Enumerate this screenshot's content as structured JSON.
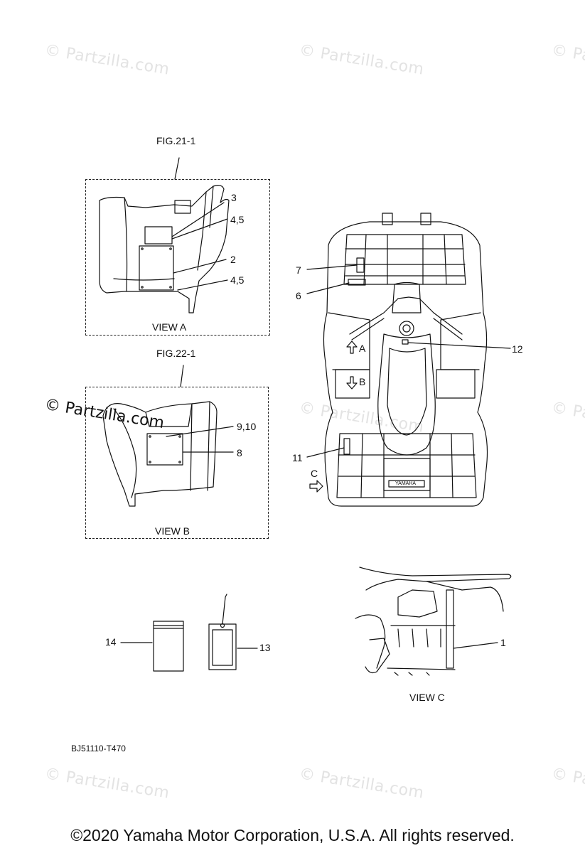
{
  "watermark": "© Partzilla.com",
  "views": {
    "a": {
      "fig": "FIG.21-1",
      "caption": "VIEW A"
    },
    "b": {
      "fig": "FIG.22-1",
      "caption": "VIEW B"
    },
    "c": {
      "caption": "VIEW C"
    }
  },
  "callouts": {
    "c1": "1",
    "c2": "2",
    "c3": "3",
    "c4_5a": "4,5",
    "c4_5b": "4,5",
    "c6": "6",
    "c7": "7",
    "c8": "8",
    "c9_10": "9,10",
    "c11": "11",
    "c12": "12",
    "c13": "13",
    "c14": "14"
  },
  "view_markers": {
    "a": "A",
    "b": "B",
    "c": "C"
  },
  "logo_text": "YAMAHA",
  "diagram_code": "BJ51110-T470",
  "footer": "©2020 Yamaha Motor Corporation, U.S.A. All rights reserved."
}
